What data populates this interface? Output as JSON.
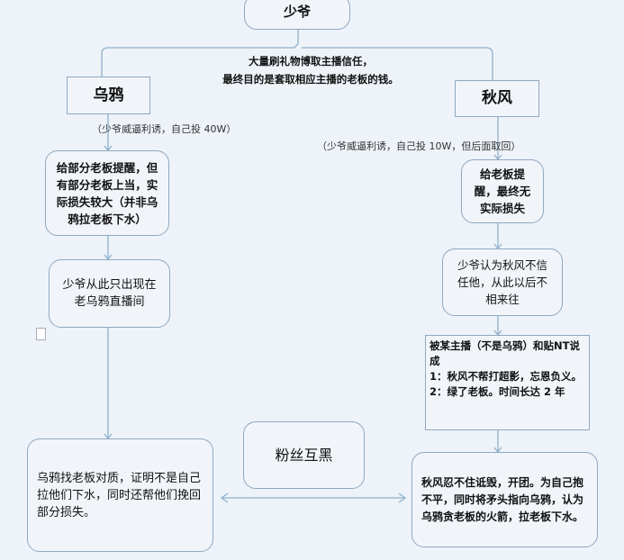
{
  "root": "少爷",
  "root_note": [
    "大量刷礼物博取主播信任，",
    "最终目的是套取相应主播的老板的钱。"
  ],
  "left": {
    "title": "乌鸦",
    "note": "（少爷威逼利诱，自己投 40W）",
    "steps": [
      "给部分老板提醒，但有部分老板上当，实际损失较大（并非乌鸦拉老板下水）",
      "少爷从此只出现在老乌鸦直播间",
      "乌鸦找老板对质，证明不是自己拉他们下水，同时还帮他们挽回部分损失。"
    ]
  },
  "right": {
    "title": "秋风",
    "note": "（少爷威逼利诱，自己投 10W，但后面取回）",
    "steps": [
      "给老板提醒，最终无实际损失",
      "少爷认为秋风不信任他，从此以后不相来往"
    ],
    "rumor": [
      "被某主播（不是乌鸦）和贴NT说成",
      "1：秋风不帮打超影，忘恩负义。",
      "2：绿了老板。时间长达 2 年"
    ],
    "final": "秋风忍不住诋毁，开团。为自己抱不平，同时将矛头指向乌鸦，认为乌鸦贪老板的火箭，拉老板下水。"
  },
  "center": "粉丝互黑"
}
